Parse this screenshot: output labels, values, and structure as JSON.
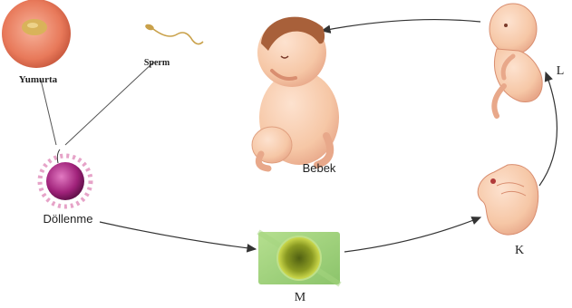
{
  "labels": {
    "egg": "Yumurta",
    "sperm": "Sperm",
    "fertilization": "Döllenme",
    "baby": "Bebek",
    "stage_m": "M",
    "stage_k": "K",
    "stage_l": "L"
  },
  "colors": {
    "egg": "#e8795a",
    "egg_nucleus": "#d9b35a",
    "zygote": "#a0227a",
    "stage_m_bg": "#8cc46b",
    "stage_m_cell": "#c9d64a",
    "skin": "#f6c7a6",
    "skin_shadow": "#e8a88a",
    "baby_hair": "#a8603a",
    "arrow": "#333333"
  },
  "icons": {
    "egg": "egg-cell-icon",
    "sperm": "sperm-cell-icon",
    "zygote": "zygote-icon",
    "stage_m": "blastocyst-icon",
    "stage_k": "embryo-icon",
    "stage_l": "fetus-icon",
    "baby": "baby-icon"
  }
}
